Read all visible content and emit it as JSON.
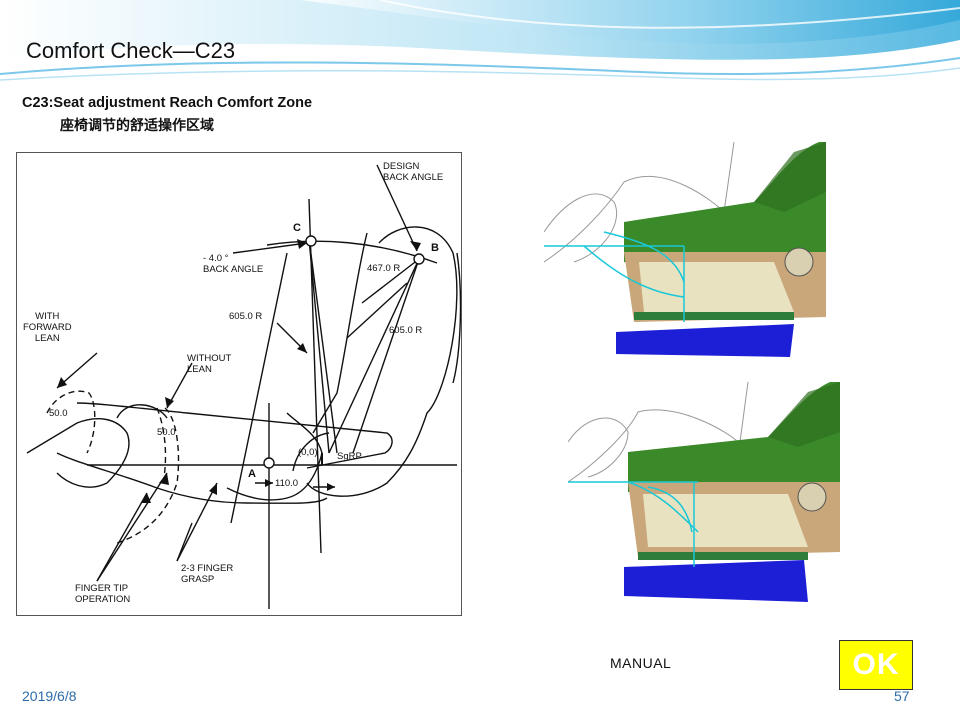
{
  "slide": {
    "title": "Comfort Check—C23",
    "subtitle": "C23:Seat adjustment Reach Comfort Zone",
    "subtitle_cn": "座椅调节的舒适操作区域",
    "date": "2019/6/8",
    "page_number": "57",
    "manual_label": "MANUAL",
    "ok_label": "OK",
    "ok_color": "#ffff00"
  },
  "diagram": {
    "labels": {
      "design_back_angle": [
        "DESIGN",
        "BACK ANGLE"
      ],
      "point_c": "C",
      "point_b": "B",
      "point_a": "A",
      "back_angle": [
        "- 4.0 °",
        "BACK ANGLE"
      ],
      "r467": "467.0  R",
      "r605_left": "605.0  R",
      "r605_right": "605.0  R",
      "with_forward_lean": [
        "WITH",
        "FORWARD",
        "LEAN"
      ],
      "without_lean": [
        "WITHOUT",
        "LEAN"
      ],
      "dim_50_left": "50.0",
      "dim_50_mid": "50.0",
      "origin": "(0,0)",
      "sgrp": "SgRP",
      "dim_110": "110.0",
      "finger_grasp": [
        "2-3  FINGER",
        "GRASP"
      ],
      "finger_tip": [
        "FINGER TIP",
        "OPERATION"
      ]
    }
  },
  "colors": {
    "seat_green": "#3a8a2a",
    "seat_tan": "#c9a77a",
    "seat_cream": "#e8e2c0",
    "rail_blue": "#1d1fd6",
    "zone_cyan": "#19c8d8",
    "footer_blue": "#2d6ca8"
  }
}
